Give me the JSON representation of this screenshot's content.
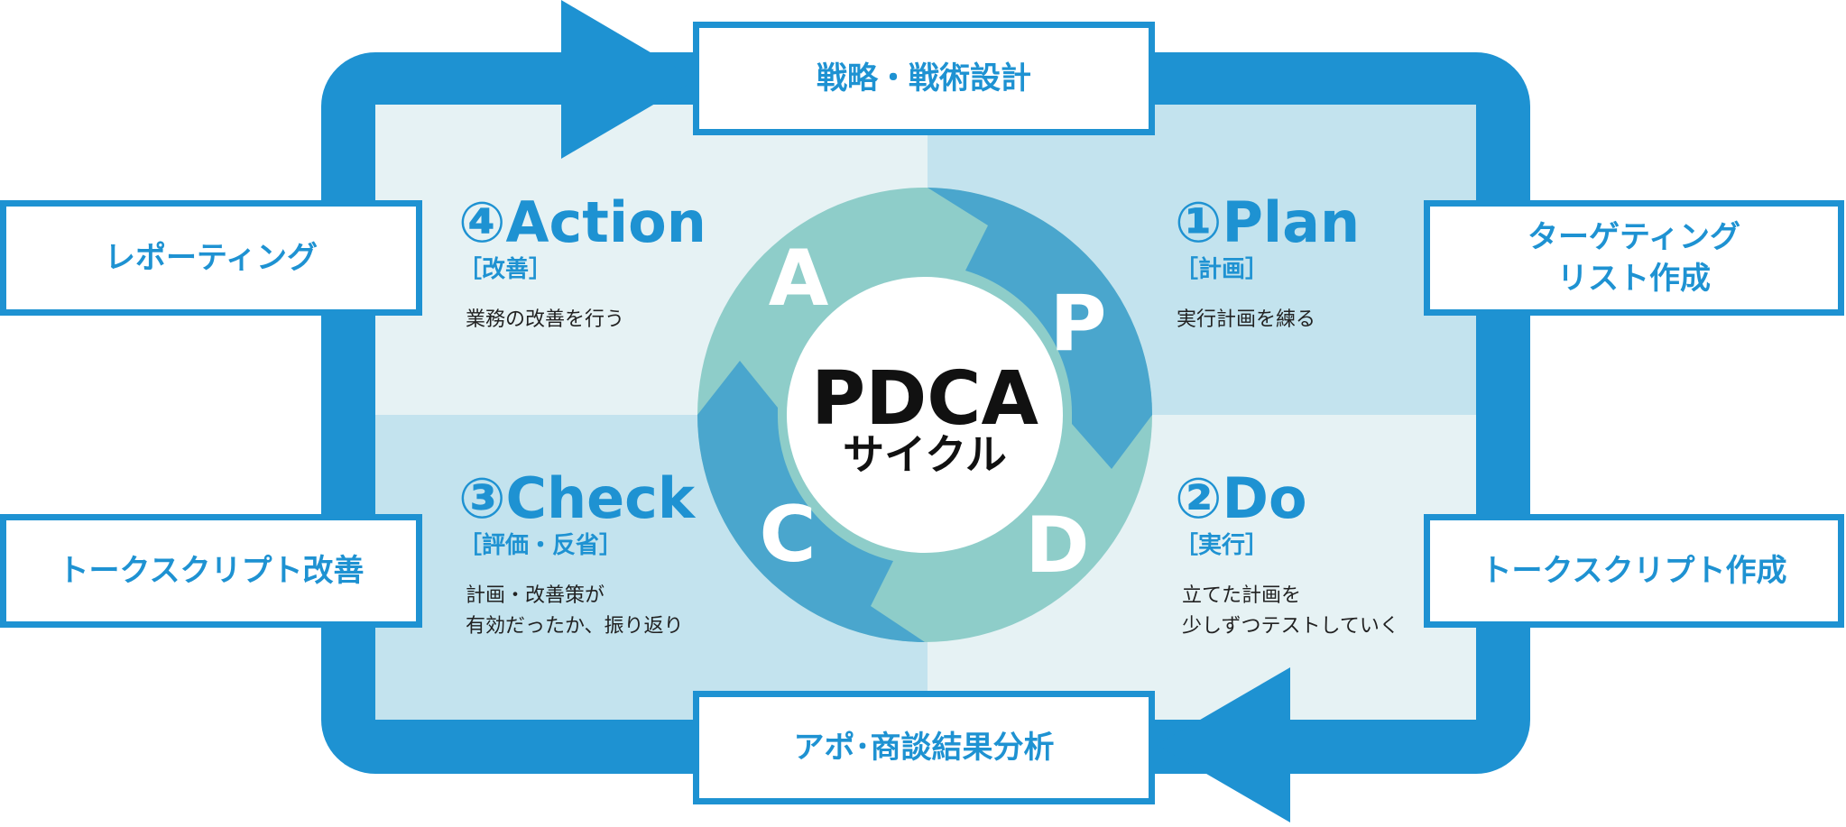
{
  "diagram": {
    "center": {
      "title": "PDCA",
      "subtitle": "サイクル"
    },
    "ring_letters": {
      "p": "P",
      "d": "D",
      "c": "C",
      "a": "A"
    },
    "phases": {
      "plan": {
        "title": "①Plan",
        "sub": "［計画］",
        "desc": "実行計画を練る"
      },
      "do": {
        "title": "②Do",
        "sub": "［実行］",
        "desc": "立てた計画を\n少しずつテストしていく"
      },
      "check": {
        "title": "③Check",
        "sub": "［評価・反省］",
        "desc": "計画・改善策が\n有効だったか、振り返り"
      },
      "action": {
        "title": "④Action",
        "sub": "［改善］",
        "desc": "業務の改善を行う"
      }
    },
    "boxes": {
      "top": "戦略・戦術設計",
      "right_top": "ターゲティング\nリスト作成",
      "right_bottom": "トークスクリプト作成",
      "bottom": "アポ･商談結果分析",
      "left_bottom": "トークスクリプト改善",
      "left_top": "レポーティング"
    },
    "colors": {
      "frame_blue": "#1e92d2",
      "quadrant_light": "#e6f2f4",
      "quadrant_mid": "#c3e3ee",
      "ring_teal": "#8ecdc9",
      "ring_blue": "#4aa6cd",
      "center_text": "#111111"
    }
  }
}
